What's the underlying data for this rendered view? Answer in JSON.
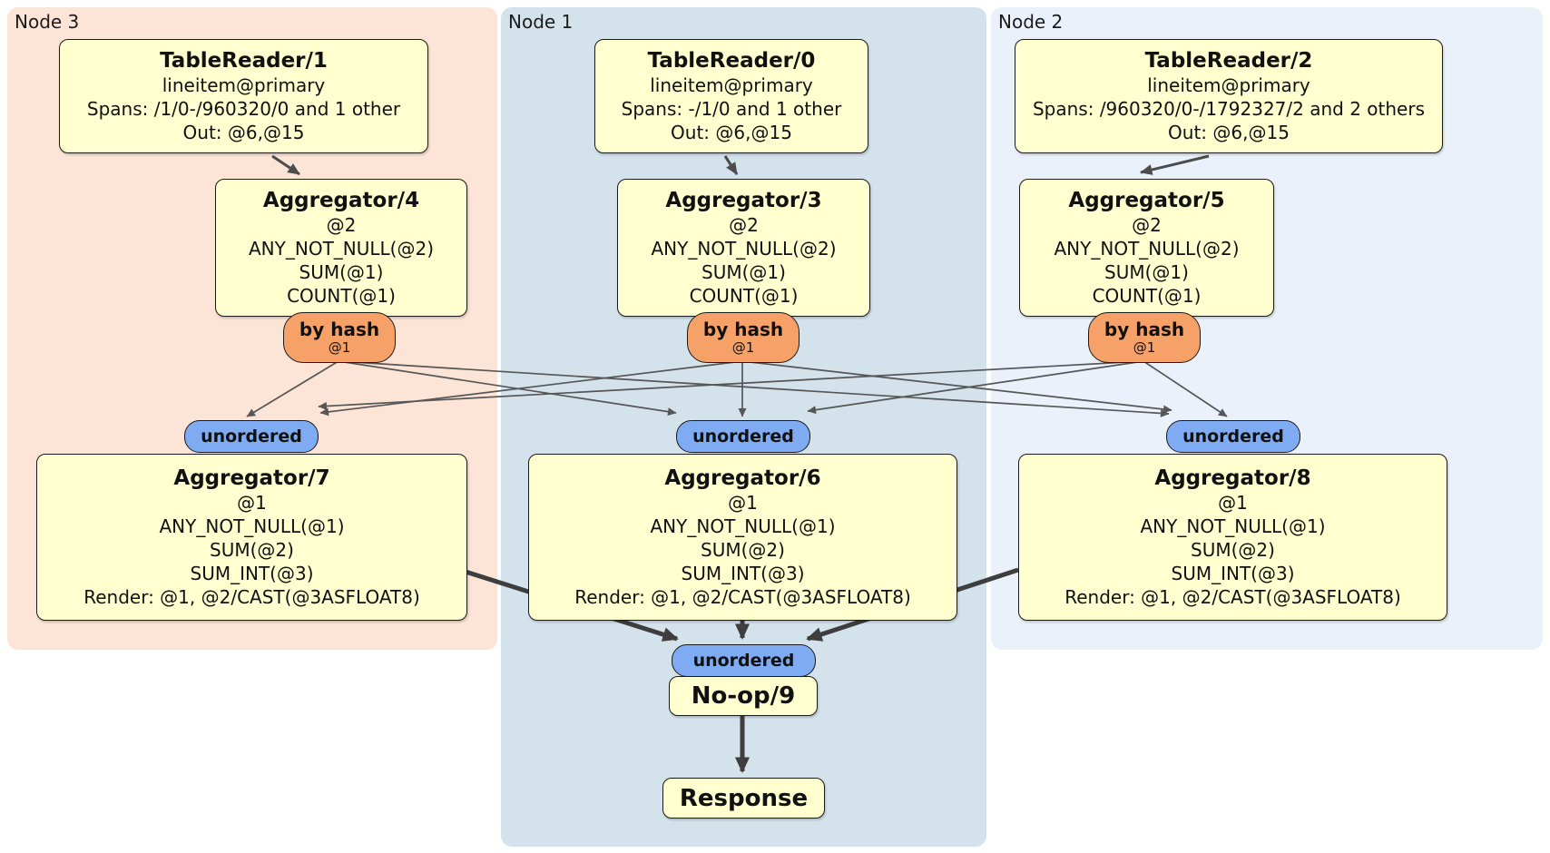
{
  "panels": [
    {
      "label": "Node 3"
    },
    {
      "label": "Node 1"
    },
    {
      "label": "Node 2"
    }
  ],
  "processors": {
    "tr1": {
      "title": "TableReader/1",
      "lines": [
        "lineitem@primary",
        "Spans: /1/0-/960320/0 and 1 other",
        "Out: @6,@15"
      ]
    },
    "tr0": {
      "title": "TableReader/0",
      "lines": [
        "lineitem@primary",
        "Spans: -/1/0 and 1 other",
        "Out: @6,@15"
      ]
    },
    "tr2": {
      "title": "TableReader/2",
      "lines": [
        "lineitem@primary",
        "Spans: /960320/0-/1792327/2 and 2 others",
        "Out: @6,@15"
      ]
    },
    "agg4": {
      "title": "Aggregator/4",
      "lines": [
        "@2",
        "ANY_NOT_NULL(@2)",
        "SUM(@1)",
        "COUNT(@1)"
      ]
    },
    "agg3": {
      "title": "Aggregator/3",
      "lines": [
        "@2",
        "ANY_NOT_NULL(@2)",
        "SUM(@1)",
        "COUNT(@1)"
      ]
    },
    "agg5": {
      "title": "Aggregator/5",
      "lines": [
        "@2",
        "ANY_NOT_NULL(@2)",
        "SUM(@1)",
        "COUNT(@1)"
      ]
    },
    "agg7": {
      "title": "Aggregator/7",
      "lines": [
        "@1",
        "ANY_NOT_NULL(@1)",
        "SUM(@2)",
        "SUM_INT(@3)",
        "Render: @1, @2/CAST(@3ASFLOAT8)"
      ]
    },
    "agg6": {
      "title": "Aggregator/6",
      "lines": [
        "@1",
        "ANY_NOT_NULL(@1)",
        "SUM(@2)",
        "SUM_INT(@3)",
        "Render: @1, @2/CAST(@3ASFLOAT8)"
      ]
    },
    "agg8": {
      "title": "Aggregator/8",
      "lines": [
        "@1",
        "ANY_NOT_NULL(@1)",
        "SUM(@2)",
        "SUM_INT(@3)",
        "Render: @1, @2/CAST(@3ASFLOAT8)"
      ]
    },
    "noop": {
      "title": "No-op/9"
    },
    "response": {
      "title": "Response"
    }
  },
  "router": {
    "label": "by hash",
    "detail": "@1"
  },
  "stream": {
    "label": "unordered"
  },
  "colors": {
    "node3_bg": "#fce4d6",
    "node1_bg": "#d4e2ec",
    "node2_bg": "#ebf1fb",
    "box_fill": "#ffffcf",
    "router_fill": "#f6a168",
    "stream_fill": "#7fabf2",
    "edge_thin": "#565656",
    "edge_thick": "#3e3e3e"
  }
}
